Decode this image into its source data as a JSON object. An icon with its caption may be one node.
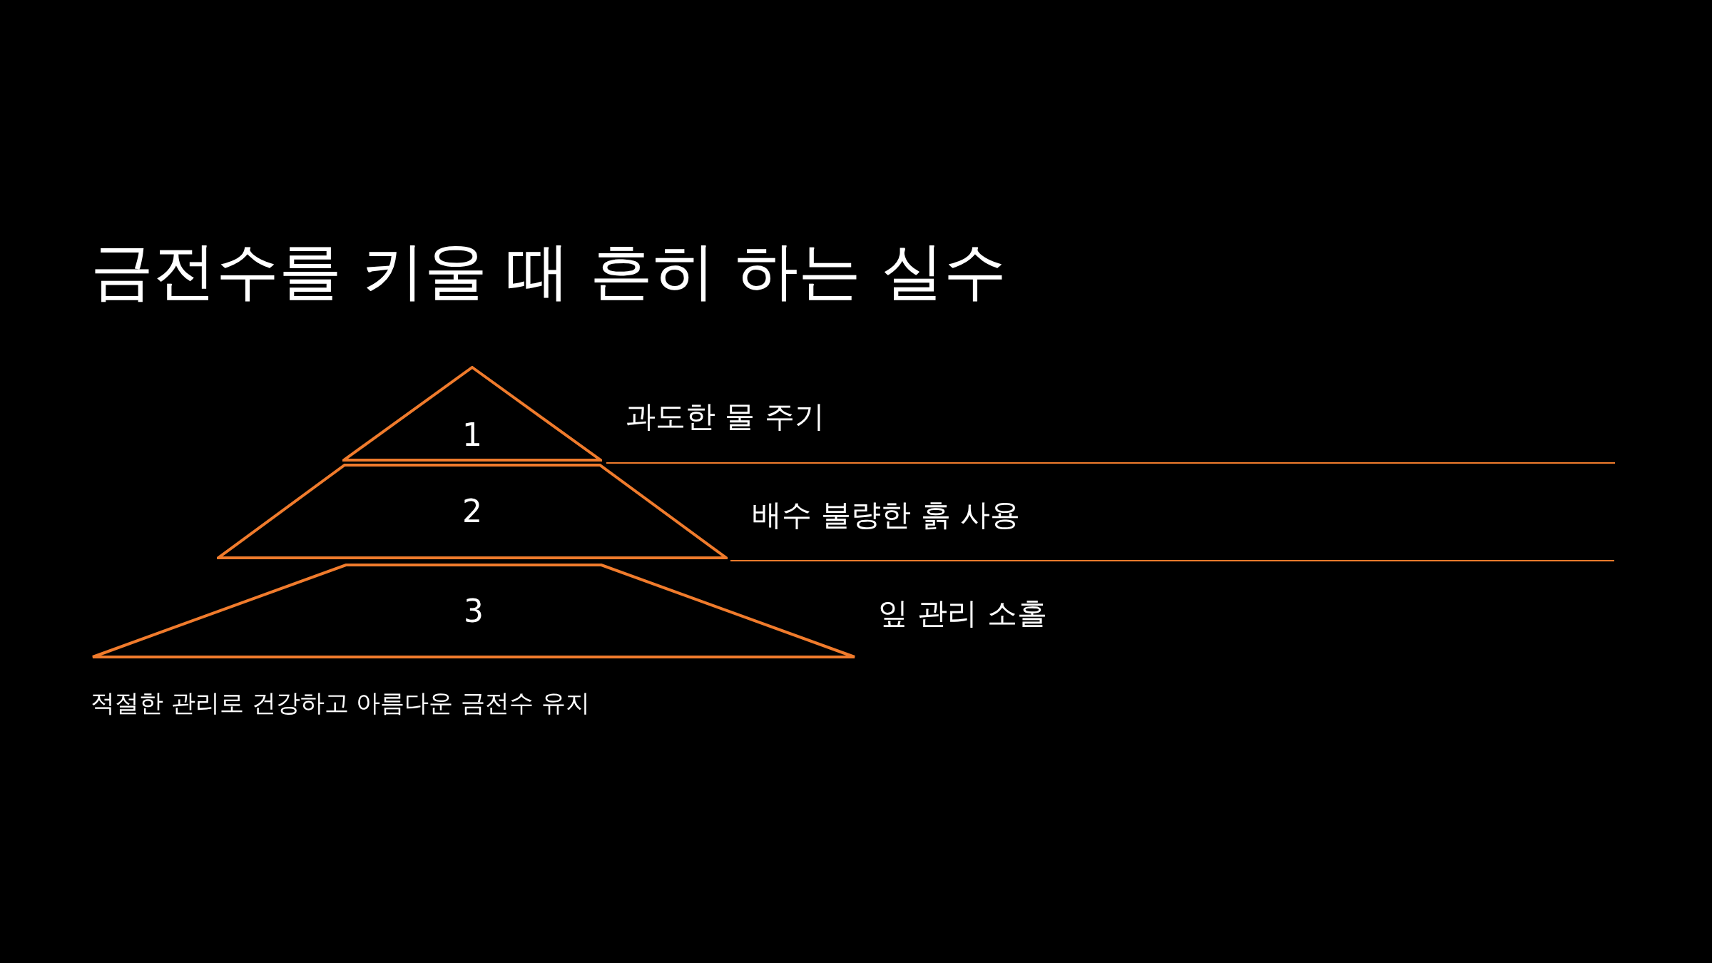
{
  "diagram": {
    "title": "금전수를 키울 때 흔히 하는 실수",
    "nodes": [
      {
        "text": [
          "1"
        ],
        "beside": [
          "과도한 물 주기"
        ]
      },
      {
        "text": [
          "2"
        ],
        "beside": [
          "배수 불량한 흙 사용"
        ]
      },
      {
        "text": [
          "3"
        ],
        "beside": [
          "잎 관리 소홀"
        ]
      }
    ],
    "caption": "적절한 관리로 건강하고 아름다운 금전수 유지"
  }
}
